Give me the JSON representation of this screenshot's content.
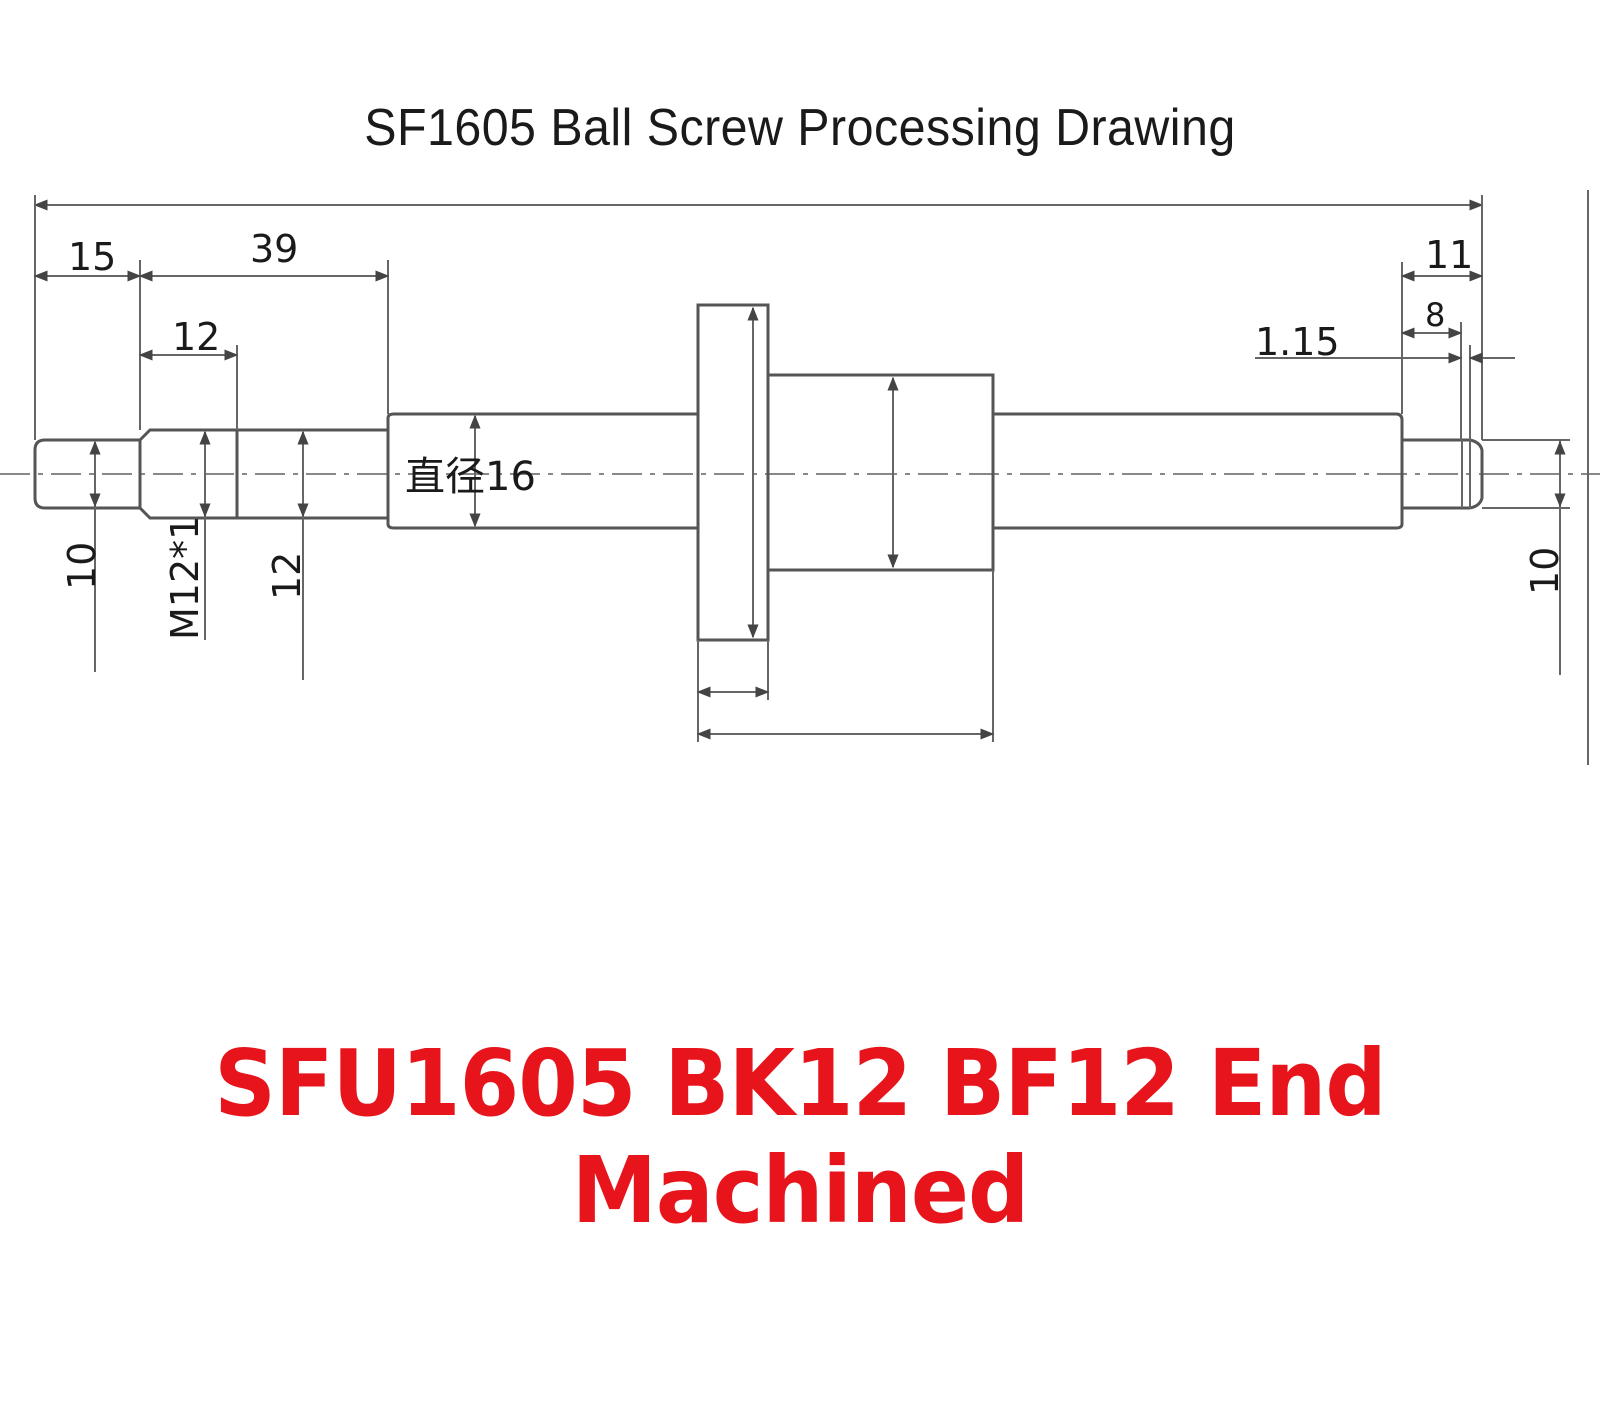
{
  "title": "SF1605 Ball Screw Processing Drawing",
  "headline": "SFU1605 BK12 BF12 End Machined",
  "colors": {
    "headline": "#e8141c",
    "line": "#555555",
    "text": "#1a1a1a"
  },
  "dimensions": {
    "left_end_length": "15",
    "left_bearing_length": "39",
    "thread_length": "12",
    "right_end_length": "11",
    "right_bearing_length": "8",
    "groove_width": "1.15",
    "left_end_diameter": "10",
    "thread_spec": "M12*1",
    "bearing_diameter": "12",
    "shaft_diameter": "直径16",
    "right_end_diameter": "10"
  }
}
